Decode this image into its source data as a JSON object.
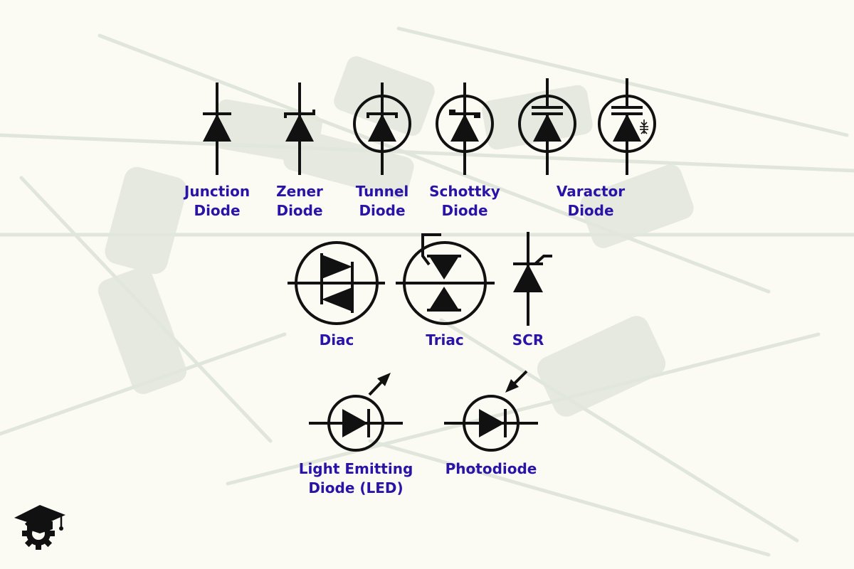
{
  "colors": {
    "label": "#2a14a8",
    "symbol": "#111111",
    "background": "#fbfbf4",
    "photo_tint": "#dfe4da"
  },
  "symbols": [
    {
      "id": "junction",
      "name": "junction-diode-symbol",
      "label": [
        "Junction",
        "Diode"
      ]
    },
    {
      "id": "zener",
      "name": "zener-diode-symbol",
      "label": [
        "Zener",
        "Diode"
      ]
    },
    {
      "id": "tunnel",
      "name": "tunnel-diode-symbol",
      "label": [
        "Tunnel",
        "Diode"
      ]
    },
    {
      "id": "schottky",
      "name": "schottky-diode-symbol",
      "label": [
        "Schottky",
        "Diode"
      ]
    },
    {
      "id": "varactor",
      "name": "varactor-diode-symbol",
      "label": [
        "Varactor",
        "Diode"
      ]
    },
    {
      "id": "diac",
      "name": "diac-symbol",
      "label": [
        "Diac"
      ]
    },
    {
      "id": "triac",
      "name": "triac-symbol",
      "label": [
        "Triac"
      ]
    },
    {
      "id": "scr",
      "name": "scr-symbol",
      "label": [
        "SCR"
      ]
    },
    {
      "id": "led",
      "name": "led-symbol",
      "label": [
        "Light Emitting",
        "Diode (LED)"
      ]
    },
    {
      "id": "photodiode",
      "name": "photodiode-symbol",
      "label": [
        "Photodiode"
      ]
    }
  ],
  "logo": {
    "icon": "graduation-cap-gear-icon"
  }
}
